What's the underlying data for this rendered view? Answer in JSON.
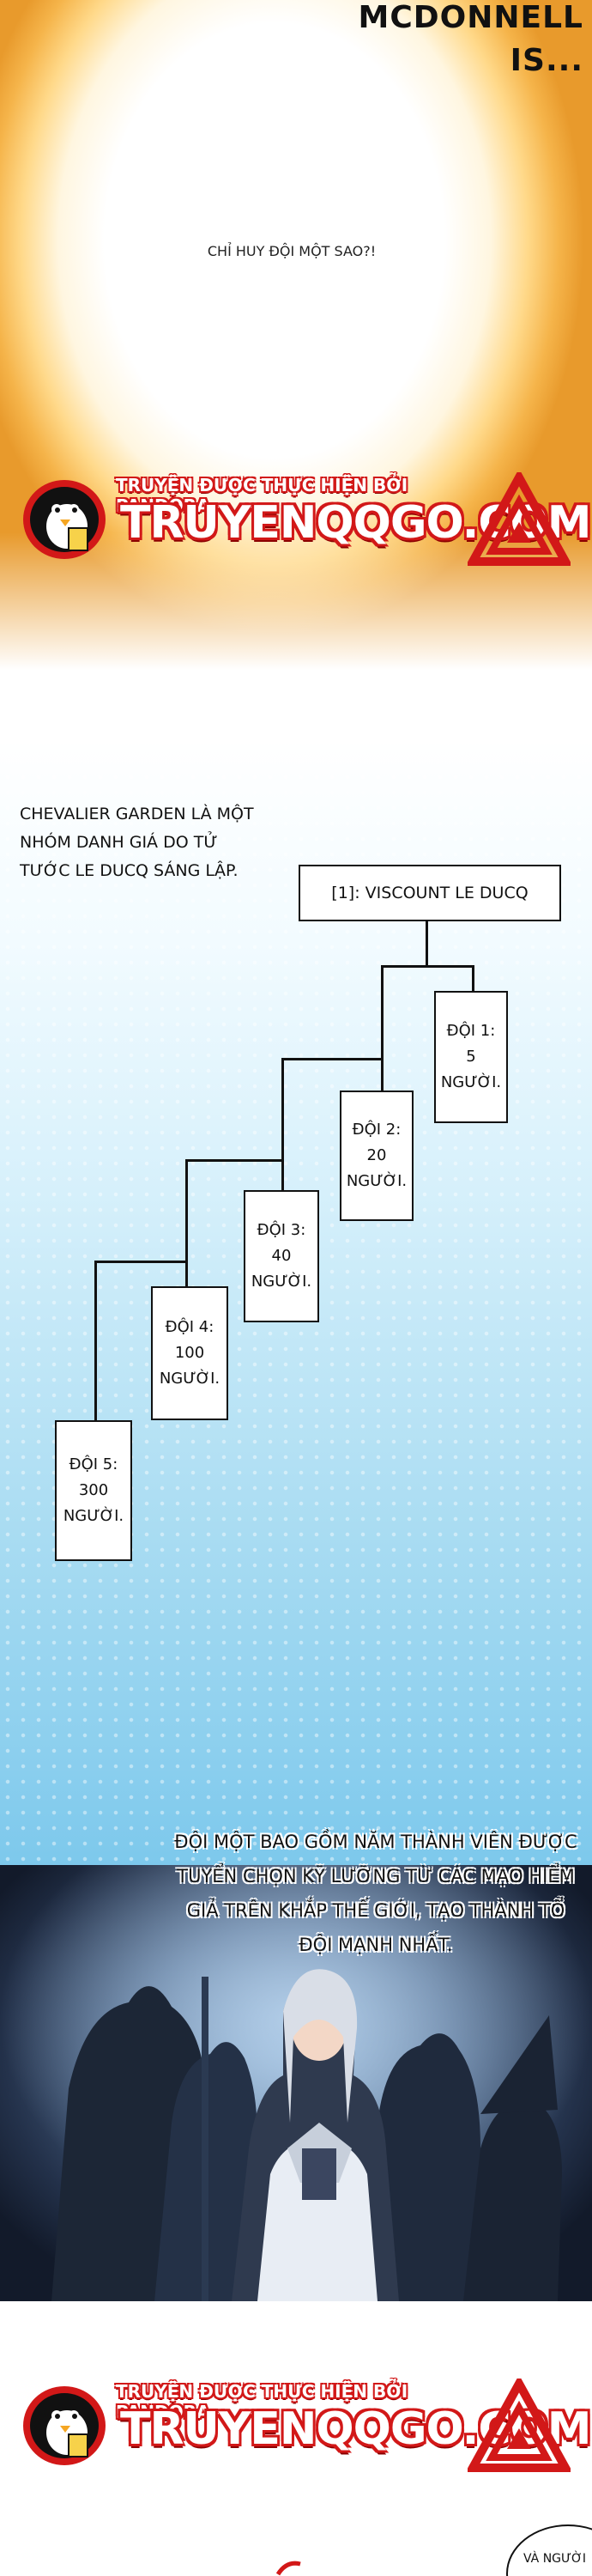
{
  "panel1": {
    "sfx_line1": "MCDONNELL",
    "sfx_line2": "IS...",
    "dialog": "CHỈ HUY ĐỘI MỘT SAO?!"
  },
  "watermark": {
    "top_text": "TRUYỆN ĐƯỢC THỰC HIỆN BỞI PANDORA",
    "site": "TRUYENQQGO.COM"
  },
  "panel2": {
    "caption": "CHEVALIER GARDEN LÀ MỘT NHÓM DANH GIÁ DO TỬ TƯỚC LE DUCQ SÁNG LẬP.",
    "chart_root": "[1]: VISCOUNT LE DUCQ",
    "teams": [
      {
        "label": "ĐỘI 1:",
        "count": "5",
        "unit": "NGƯỜI."
      },
      {
        "label": "ĐỘI 2:",
        "count": "20",
        "unit": "NGƯỜI."
      },
      {
        "label": "ĐỘI 3:",
        "count": "40",
        "unit": "NGƯỜI."
      },
      {
        "label": "ĐỘI 4:",
        "count": "100",
        "unit": "NGƯỜI."
      },
      {
        "label": "ĐỘI 5:",
        "count": "300",
        "unit": "NGƯỜI."
      }
    ]
  },
  "panel3": {
    "caption": "ĐỘI MỘT BAO GỒM NĂM THÀNH VIÊN ĐƯỢC TUYỂN CHỌN KỸ LƯỠNG TỪ CÁC MẠO HIỂM GIẢ TRÊN KHẮP THẾ GIỚI, TẠO THÀNH TỔ ĐỘI MẠNH NHẤT."
  },
  "panel4": {
    "bubble_text": "VÀ NGƯỜI"
  },
  "colors": {
    "accent_red": "#d21818",
    "sky_blue": "#7cc8ec",
    "gold": "#f5b44a"
  }
}
